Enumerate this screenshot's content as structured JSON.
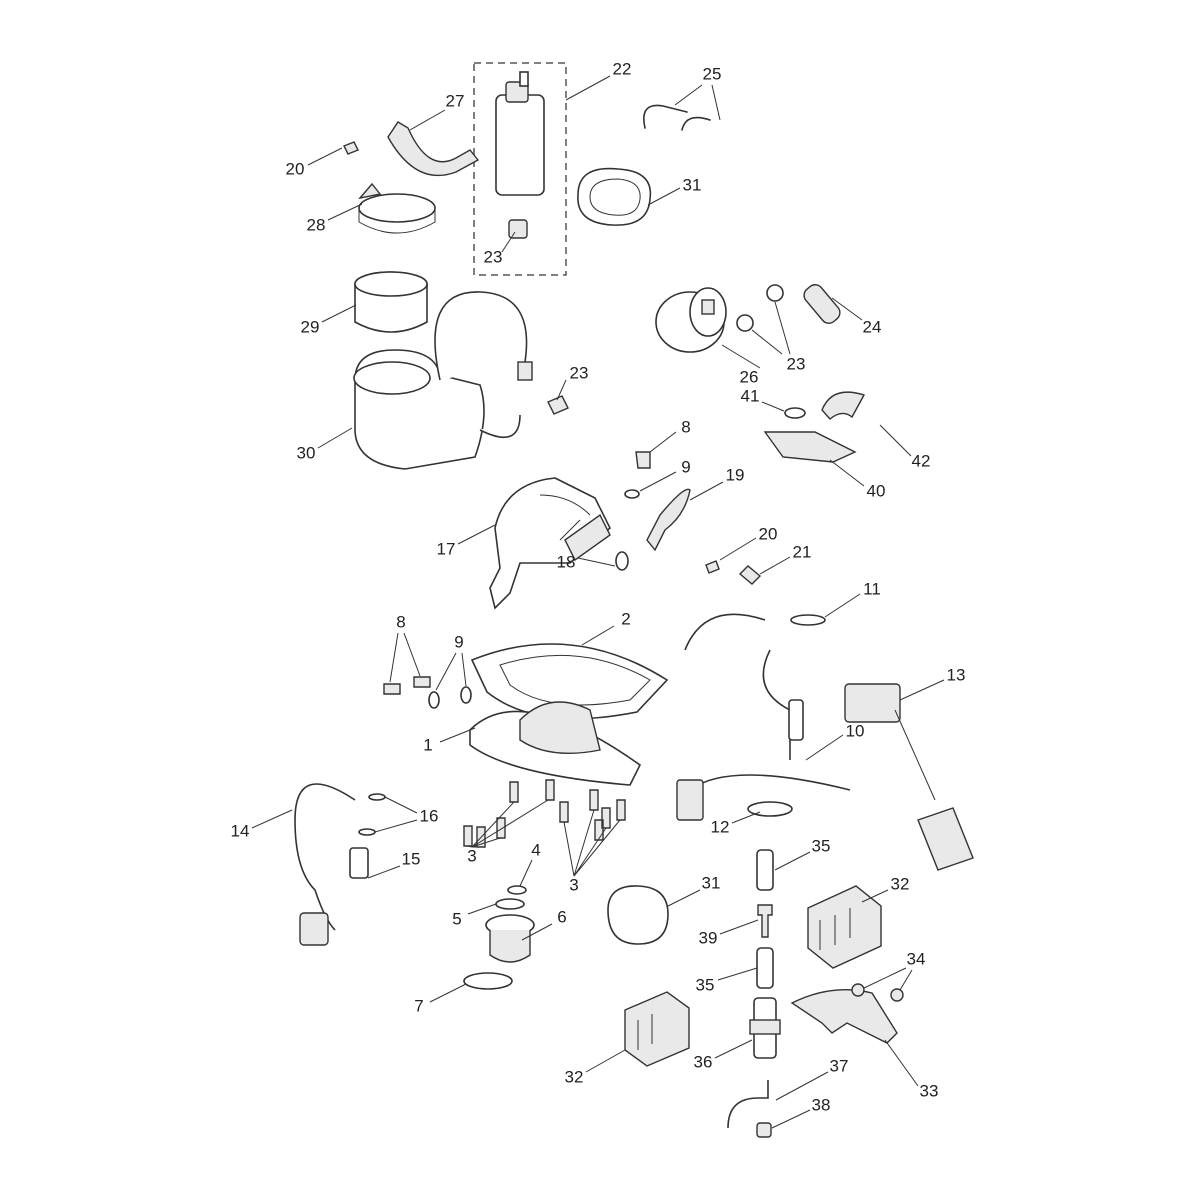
{
  "diagram": {
    "type": "exploded-parts-diagram",
    "callouts": [
      "22",
      "25",
      "27",
      "20",
      "31",
      "28",
      "23",
      "29",
      "24",
      "26",
      "23",
      "23",
      "41",
      "30",
      "8",
      "42",
      "9",
      "40",
      "19",
      "17",
      "20",
      "18",
      "21",
      "11",
      "2",
      "8",
      "9",
      "13",
      "1",
      "10",
      "16",
      "14",
      "12",
      "3",
      "4",
      "35",
      "15",
      "3",
      "31",
      "32",
      "5",
      "6",
      "39",
      "34",
      "35",
      "7",
      "36",
      "32",
      "37",
      "33",
      "38"
    ]
  }
}
